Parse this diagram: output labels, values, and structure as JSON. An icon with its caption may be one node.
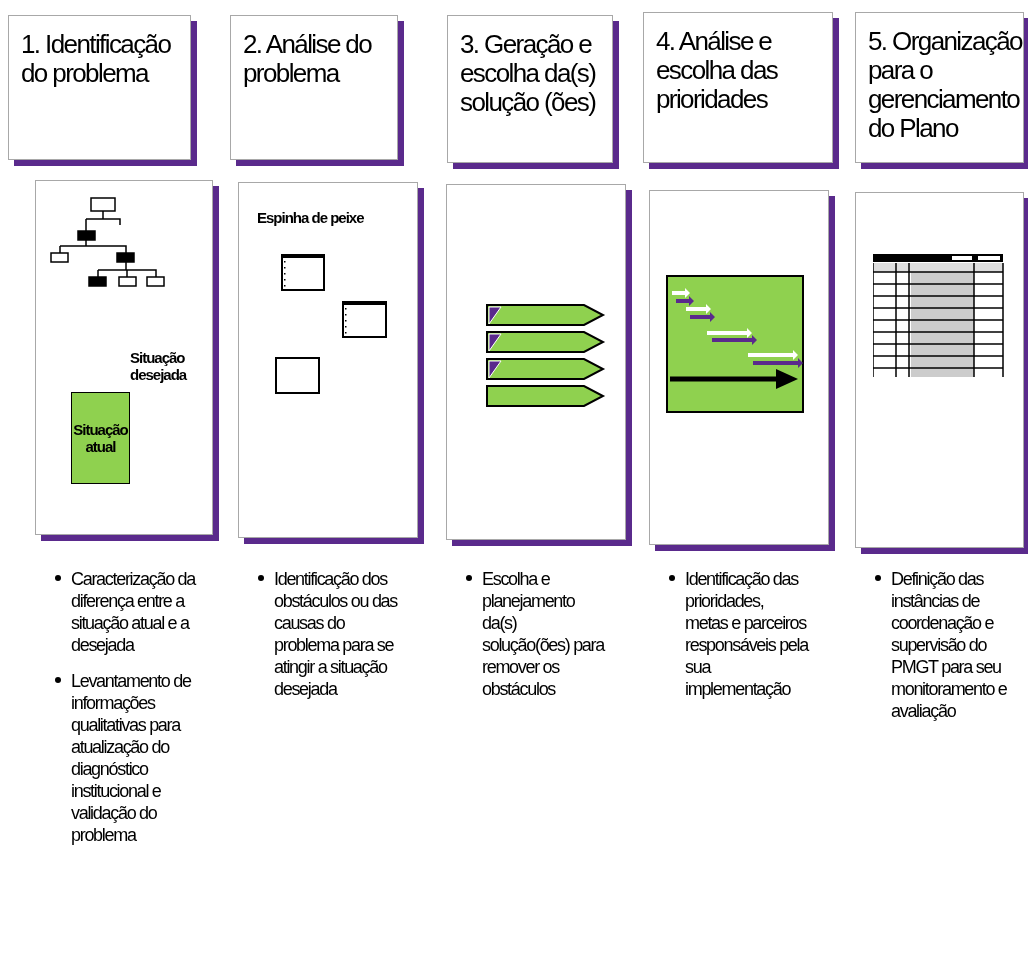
{
  "diagram": {
    "nodes": [
      {
        "text": [
          "1. Identificação do problema"
        ]
      },
      {
        "text": [
          "2. Análise do problema"
        ]
      },
      {
        "text": [
          "3. Geração e escolha da(s) solução (ões)"
        ]
      },
      {
        "text": [
          "4. Análise e escolha das prioridades"
        ]
      },
      {
        "text": [
          "5. Organização para o gerenciamento do Plano"
        ]
      },
      {
        "text": [
          "Situação desejada"
        ],
        "beside": [
          "Caracterização da diferença entre a situação atual e a desejada",
          "Levantamento de informações qualitativas para atualização do diagnóstico institucional e validação do problema"
        ]
      },
      {
        "text": [
          "Situação atual"
        ],
        "in": 5
      },
      {
        "text": [
          "Espinha de peixe"
        ],
        "beside": [
          "Identificação dos obstáculos ou das causas do problema para se atingir a situação desejada"
        ]
      },
      {
        "text": [],
        "shape": "box",
        "beside": [
          "Escolha e planejamento da(s) solução(ões) para remover os obstáculos"
        ]
      },
      {
        "text": [],
        "shape": "box",
        "beside": [
          "Identificação das prioridades, metas e parceiros responsáveis pela sua implementação"
        ]
      },
      {
        "text": [],
        "shape": "box",
        "beside": [
          "Definição das instâncias de coordenação e supervisão do PMGT para seu monitoramento e avaliação"
        ]
      }
    ],
    "edges": []
  }
}
